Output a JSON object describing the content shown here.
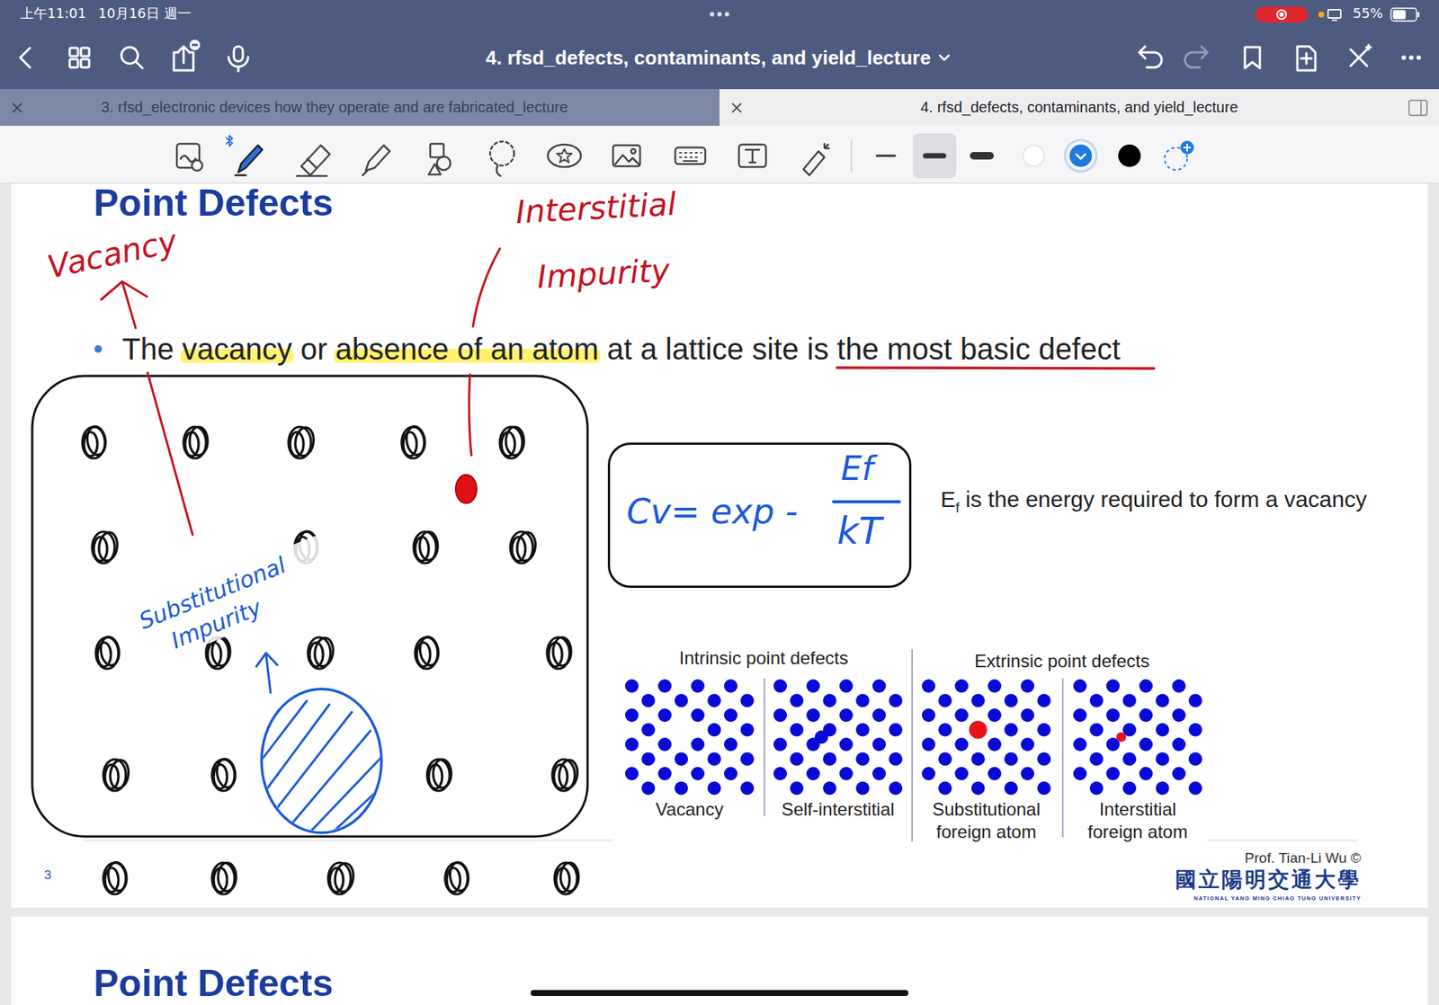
{
  "diagram": {
    "title": "Point Defects",
    "nodes": [
      {
        "text": [
          "3. rfsd_electronic devices how they operate and are fabricated_lecture"
        ]
      },
      {
        "text": [
          "4. rfsd_defects, contaminants, and yield_lecture"
        ]
      },
      {
        "text": [
          "Cv= exp -",
          "Ef",
          "kT"
        ]
      }
    ],
    "labels": [
      "上午11:01",
      "10月16日 週一",
      "55%",
      "4. rfsd_defects, contaminants, and yield_lecture",
      "Vacancy",
      "Interstitial Impurity",
      "The vacancy or absence of an atom at a lattice site is the most basic defect",
      "Substitutional Impurity",
      "Ef is the energy required to form a vacancy",
      "Intrinsic point defects",
      "Extrinsic point defects",
      "Vacancy",
      "Self-interstitial",
      "Substitutional foreign atom",
      "Interstitial foreign atom",
      "3",
      "Prof. Tian-Li Wu ©",
      "國立陽明交通大學",
      "NATIONAL YANG MING CHIAO TUNG UNIVERSITY",
      "Point Defects"
    ]
  }
}
